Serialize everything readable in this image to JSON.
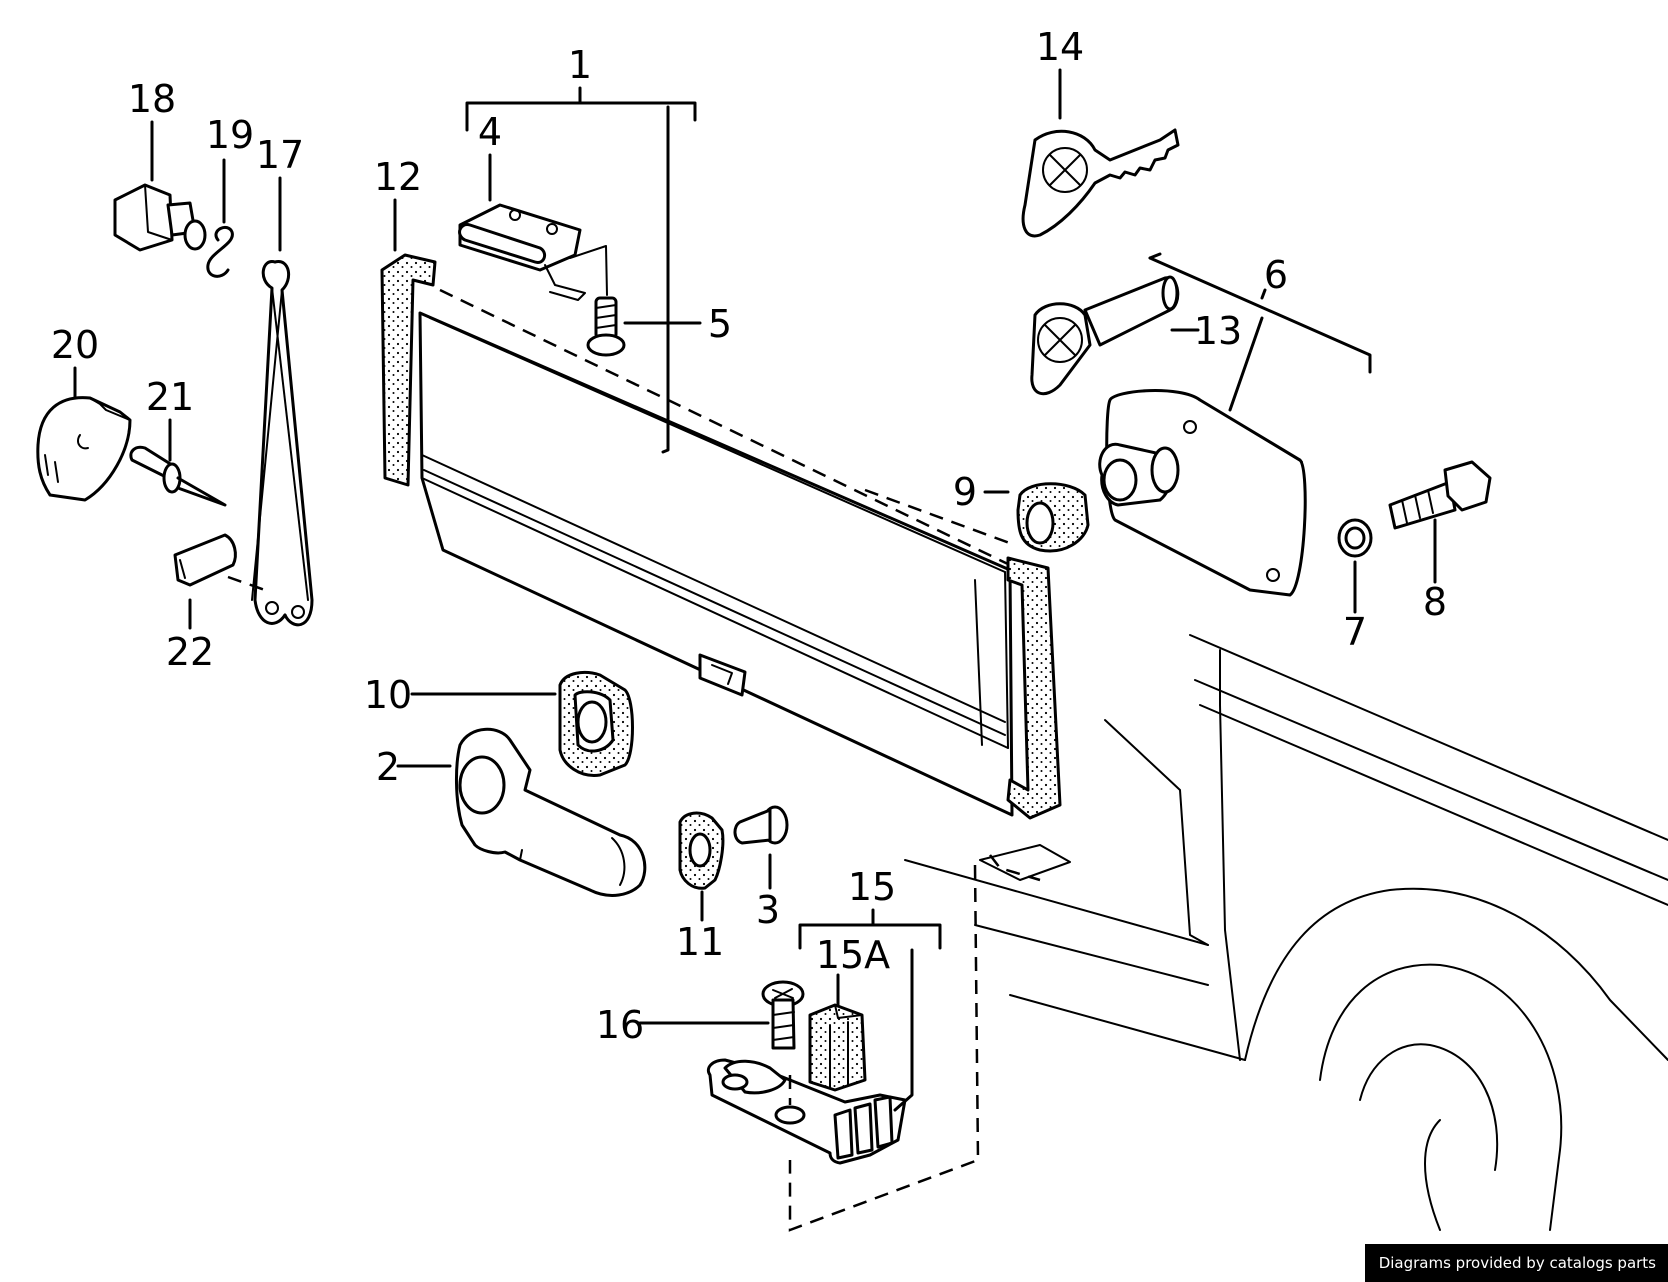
{
  "labels": {
    "l1": "1",
    "l2": "2",
    "l3": "3",
    "l4": "4",
    "l5": "5",
    "l6": "6",
    "l7": "7",
    "l8": "8",
    "l9": "9",
    "l10": "10",
    "l11": "11",
    "l12": "12",
    "l13": "13",
    "l14": "14",
    "l15": "15",
    "l15a": "15A",
    "l16": "16",
    "l17": "17",
    "l18": "18",
    "l19": "19",
    "l20": "20",
    "l21": "21",
    "l22": "22"
  },
  "credit": "Diagrams provided by catalogs parts"
}
